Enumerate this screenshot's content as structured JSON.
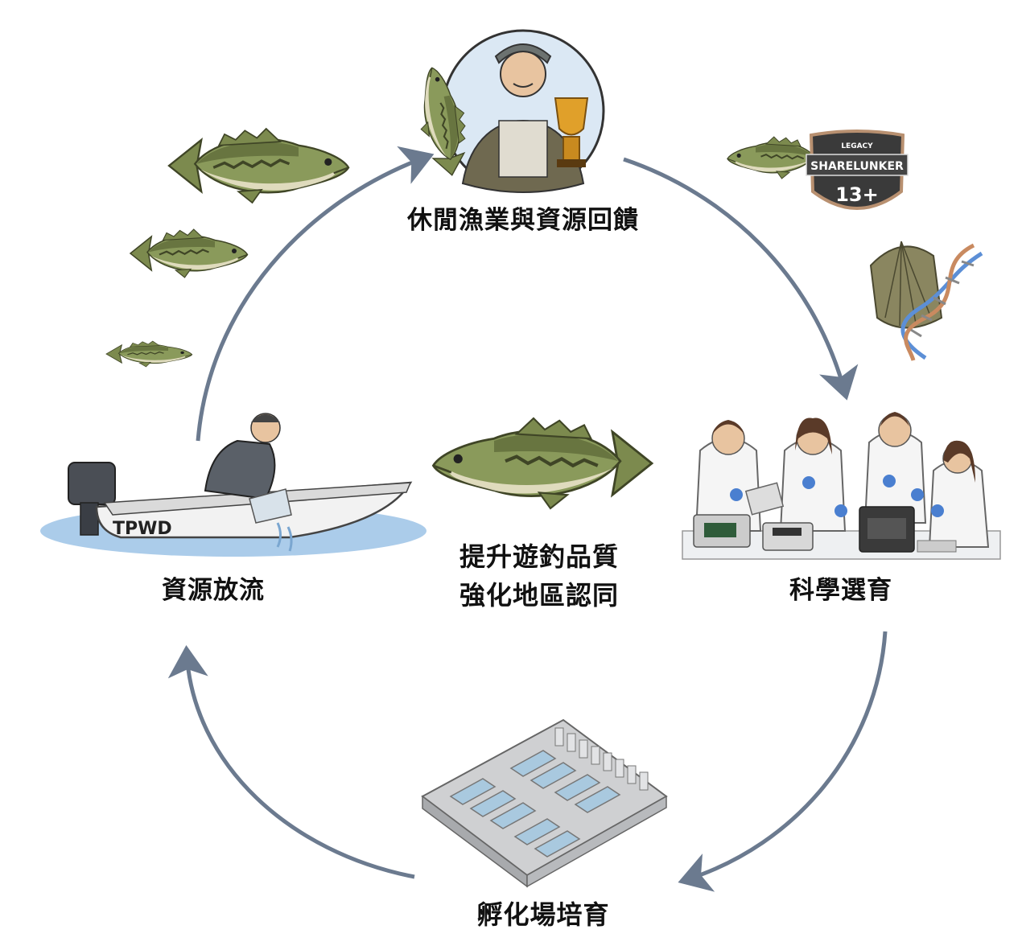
{
  "cycle": {
    "stages": [
      {
        "id": "top",
        "label": "休閒漁業與資源回饋"
      },
      {
        "id": "right",
        "label": "科學選育"
      },
      {
        "id": "bottom",
        "label": "孵化場培育"
      },
      {
        "id": "left",
        "label": "資源放流"
      }
    ],
    "center": {
      "line1": "提升遊釣品質",
      "line2": "強化地區認同"
    }
  },
  "badge": {
    "top_text": "LEGACY",
    "main_text": "SHARELUNKER",
    "number": "13+"
  },
  "boat": {
    "hull_text": "TPWD"
  },
  "colors": {
    "arrow": "#6b7a8f",
    "fish_body": "#8a9a5b",
    "fish_back": "#5f6b3a",
    "fish_belly": "#e8e2c8",
    "water": "#9cc3e6",
    "badge": "#3a3a3a",
    "text": "#111111"
  }
}
